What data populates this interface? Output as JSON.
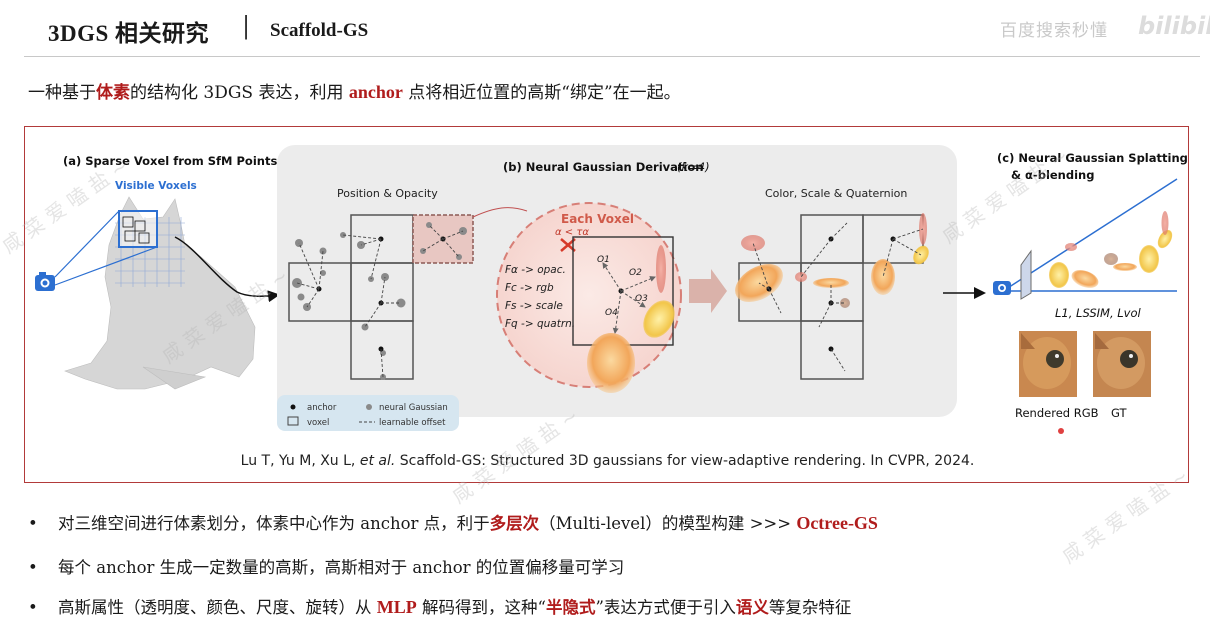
{
  "header": {
    "title": "3DGS 相关研究",
    "separator": "|",
    "subtitle": "Scaffold-GS",
    "brand_text": "百度搜索秒懂",
    "brand_logo": "bilibili"
  },
  "intro": {
    "part1": "一种基于",
    "highlight1": "体素",
    "part2": "的结构化 3DGS 表达，利用 ",
    "highlight2": "anchor",
    "part3": " 点将相近位置的高斯“绑定”在一起。"
  },
  "figure": {
    "panel_a": {
      "title": "(a) Sparse Voxel from SfM Points",
      "visible_voxels": "Visible Voxels"
    },
    "panel_b": {
      "title": "(b) Neural Gaussian Derivation",
      "k_note": "(k=4)",
      "position_opacity": "Position & Opacity",
      "color_scale_quat": "Color, Scale & Quaternion",
      "each_voxel": "Each Voxel",
      "alpha_cond": "α < τα",
      "equations": [
        "Fα -> opac.",
        "Fc -> rgb",
        "Fs -> scale",
        "Fq -> quatrn."
      ],
      "offsets": [
        "O1",
        "O2",
        "O3",
        "O4"
      ]
    },
    "legend": {
      "anchor": "anchor",
      "voxel": "voxel",
      "neural_gaussian": "neural Gaussian",
      "learnable_offset": "learnable offset"
    },
    "panel_c": {
      "title_line1": "(c) Neural Gaussian Splatting",
      "title_line2": "& α-blending",
      "loss": "L1, LSSIM, Lvol",
      "rendered_label": "Rendered RGB",
      "gt_label": "GT"
    },
    "citation_pre": "Lu T, Yu M, Xu L, ",
    "citation_etal": "et al.",
    "citation_post": " Scaffold-GS: Structured 3D gaussians for view-adaptive rendering. In CVPR, 2024."
  },
  "bullets": [
    {
      "pre": "对三维空间进行体素划分，体素中心作为 anchor 点，利于",
      "red": "多层次",
      "post": "（Multi-level）的模型构建  >>>  ",
      "link": "Octree-GS"
    },
    {
      "pre": "每个 anchor 生成一定数量的高斯，高斯相对于 anchor 的位置偏移量可学习"
    },
    {
      "pre": "高斯属性（透明度、颜色、尺度、旋转）从 ",
      "red": "MLP",
      "mid": " 解码得到，这种“",
      "red2": "半隐式",
      "post": "”表达方式便于引入",
      "red3": "语义",
      "tail": "等复杂特征"
    }
  ],
  "bullet_symbol": "•",
  "watermark": "咸 菜 爱 嗑 盐 ~",
  "colors": {
    "accent_red": "#b01c1c",
    "frame_red": "#b23a3a"
  }
}
